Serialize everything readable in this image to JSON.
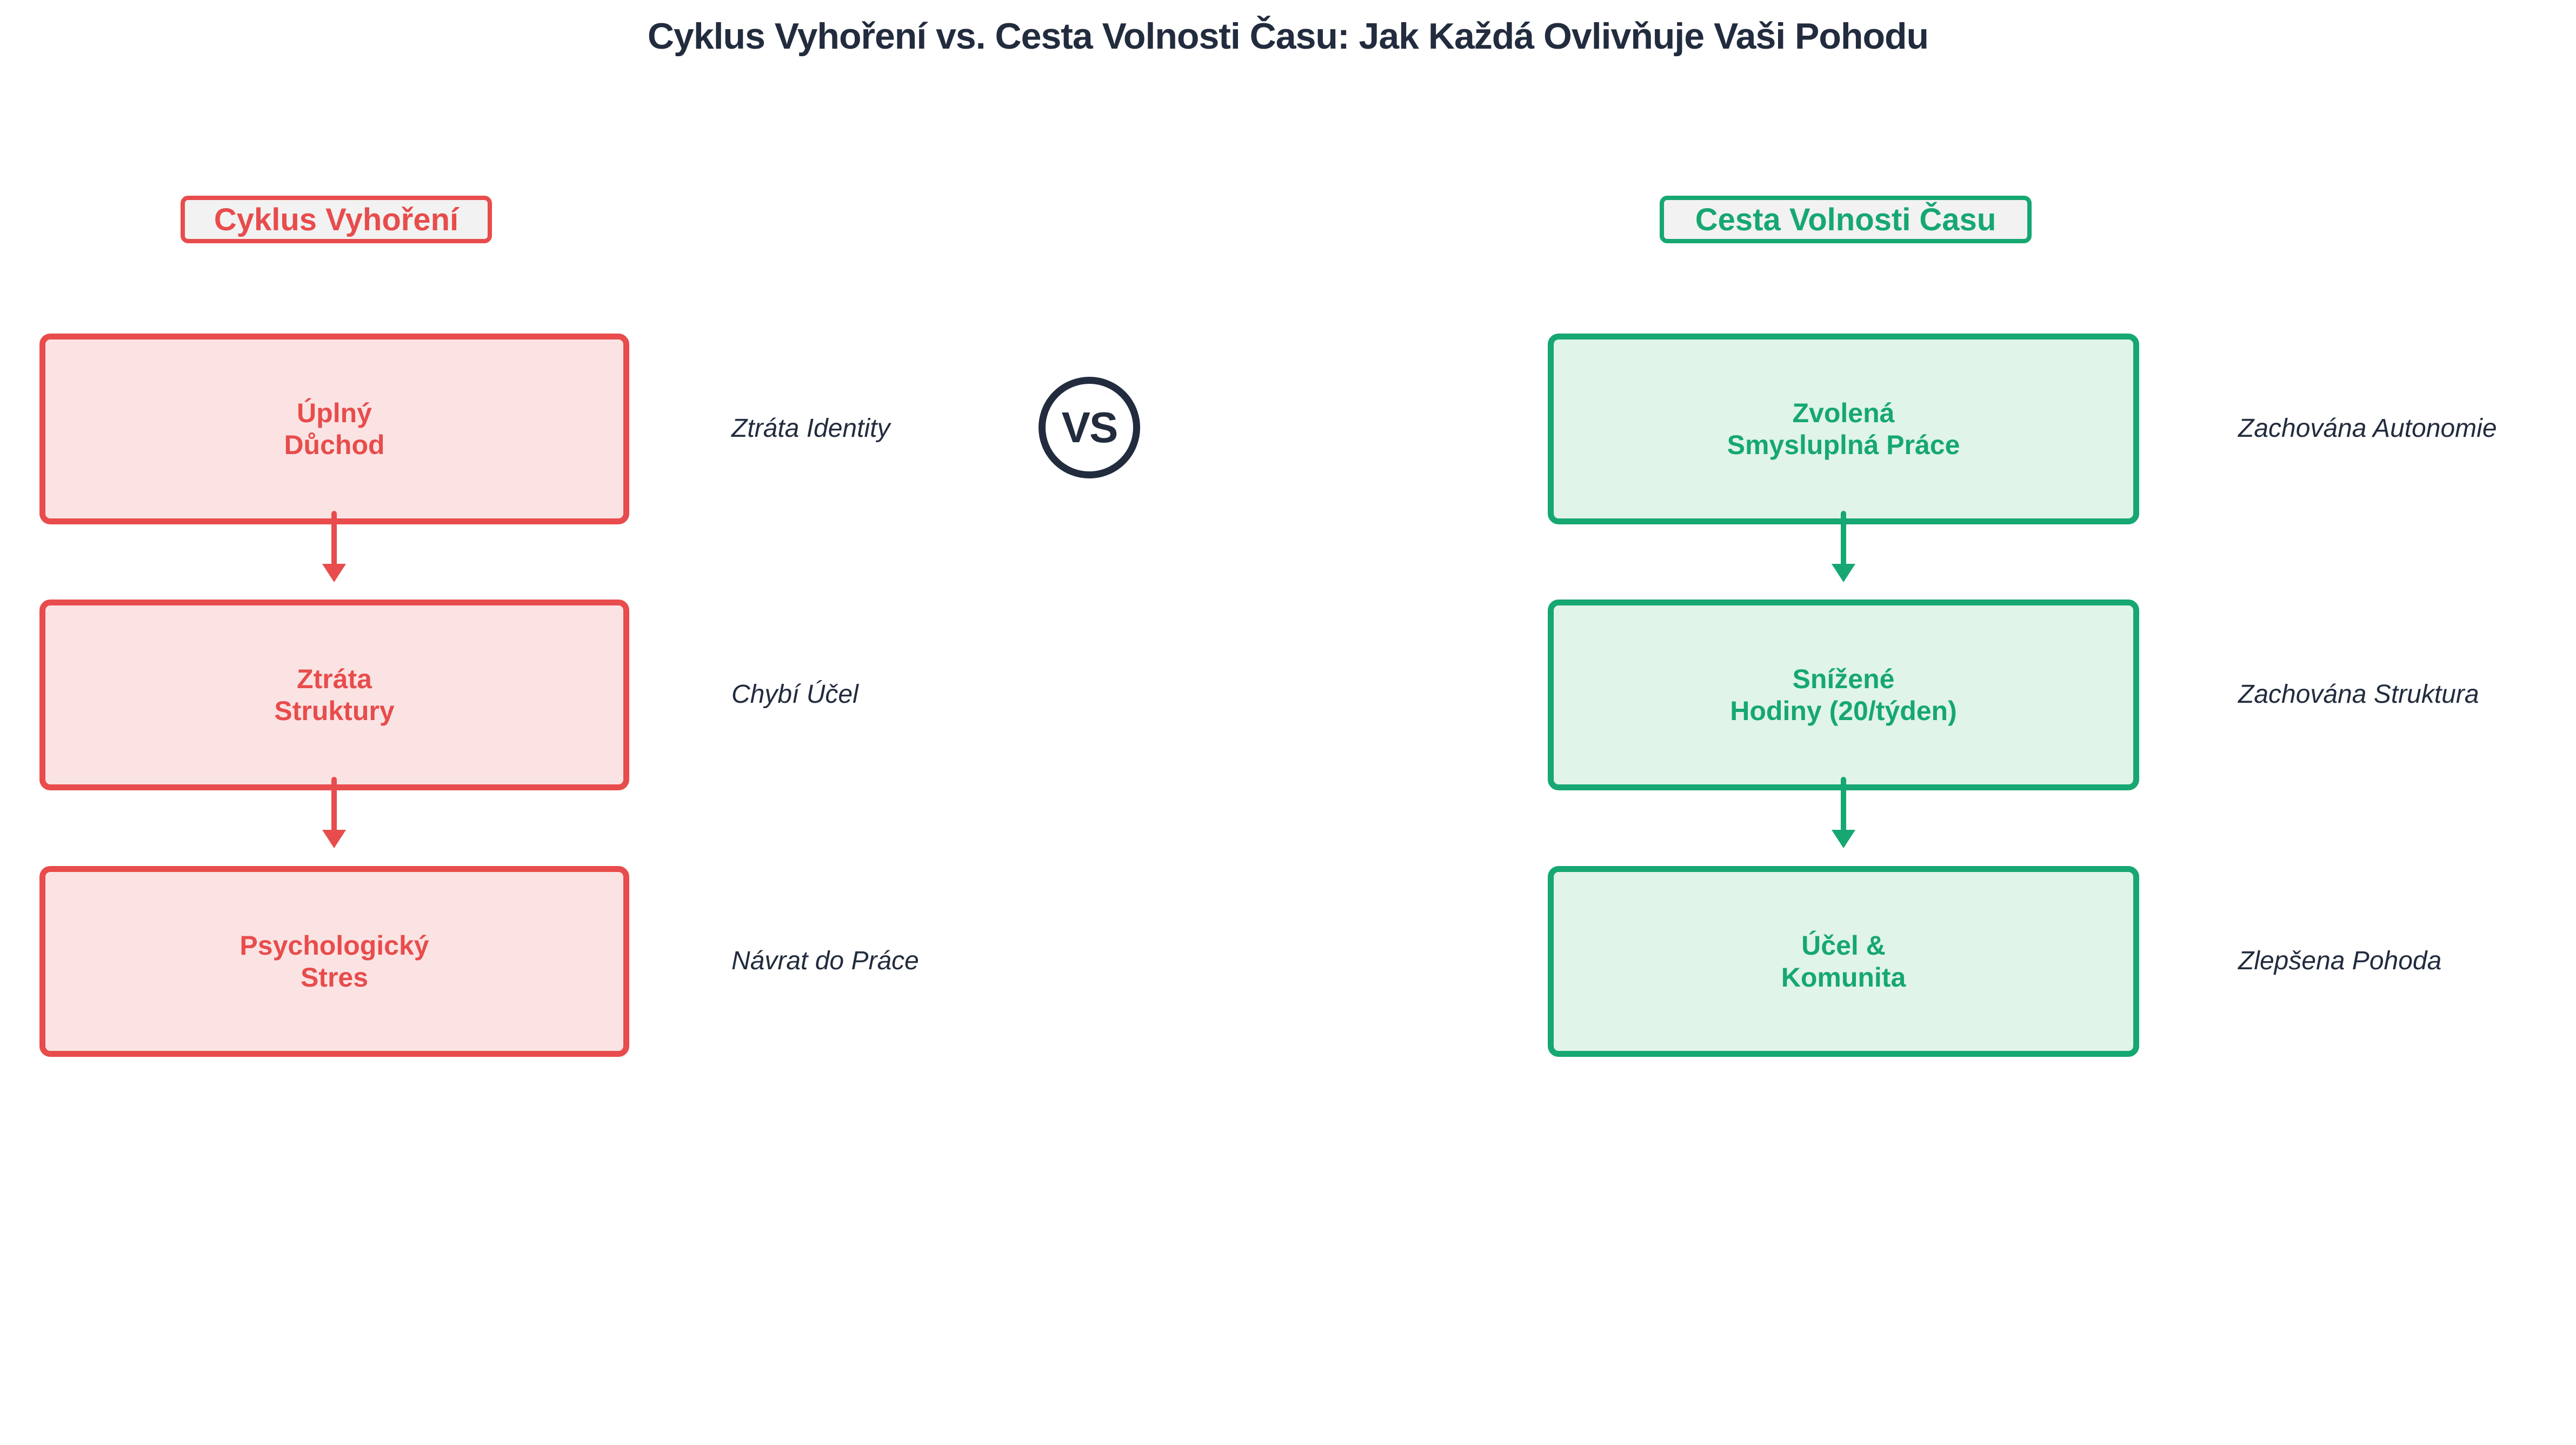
{
  "title": "Cyklus Vyhoření vs. Cesta Volnosti Času: Jak Každá Ovlivňuje Vaši Pohodu",
  "vs_label": "VS",
  "colors": {
    "red_accent": "#E84C4C",
    "red_fill": "#FBE3E3",
    "green_accent": "#16A772",
    "green_fill": "#E0F4E9",
    "navy_text": "#222C3E",
    "badge_background": "#F2F2F2"
  },
  "left": {
    "header": "Cyklus Vyhoření",
    "steps": [
      {
        "line1": "Úplný",
        "line2": "Důchod",
        "side_label": "Ztráta Identity"
      },
      {
        "line1": "Ztráta",
        "line2": "Struktury",
        "side_label": "Chybí Účel"
      },
      {
        "line1": "Psychologický",
        "line2": "Stres",
        "side_label": "Návrat do Práce"
      }
    ]
  },
  "right": {
    "header": "Cesta Volnosti Času",
    "steps": [
      {
        "line1": "Zvolená",
        "line2": "Smysluplná Práce",
        "side_label": "Zachována Autonomie"
      },
      {
        "line1": "Snížené",
        "line2": "Hodiny (20/týden)",
        "side_label": "Zachována Struktura"
      },
      {
        "line1": "Účel &",
        "line2": "Komunita",
        "side_label": "Zlepšena Pohoda"
      }
    ]
  }
}
